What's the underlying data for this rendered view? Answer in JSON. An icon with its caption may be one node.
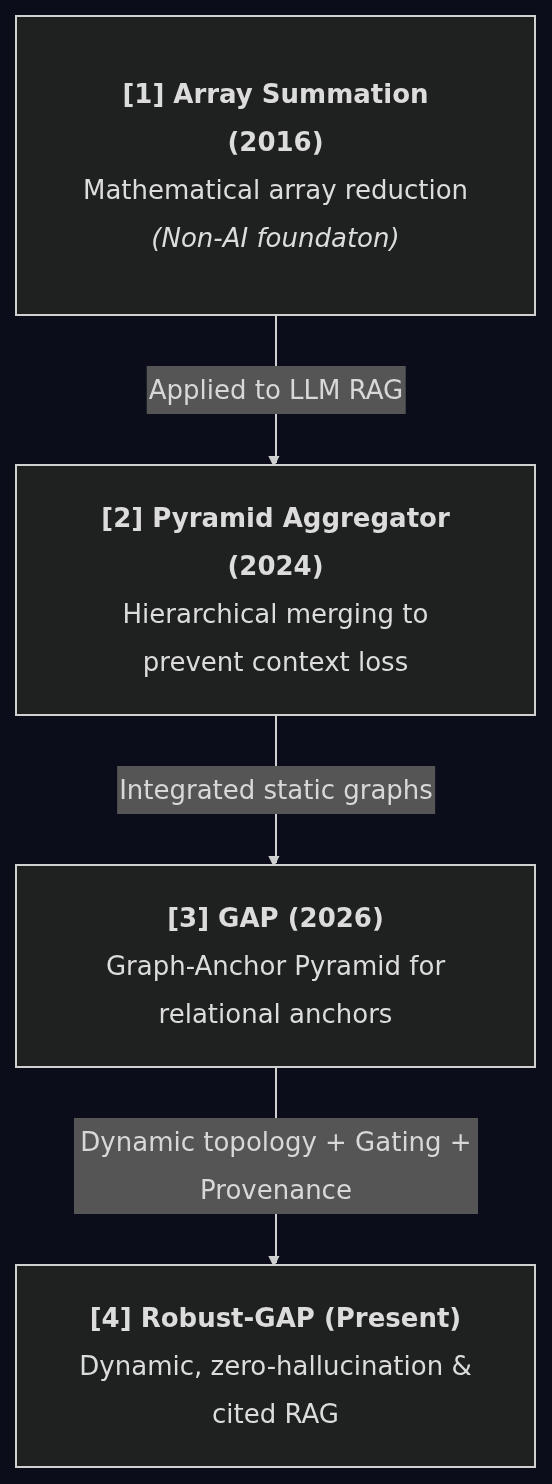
{
  "diagram": {
    "nodes": [
      {
        "text": [
          "[1] Array Summation (2016)",
          "Mathematical array reduction",
          "*(Non-AI foundaton)*"
        ]
      },
      {
        "text": [
          "[2] Pyramid Aggregator (2024)",
          "Hierarchical merging to prevent context loss"
        ]
      },
      {
        "text": [
          "[3] GAP (2026)",
          "Graph-Anchor Pyramid for relational anchors"
        ]
      },
      {
        "text": [
          "[4] Robust-GAP (Present)",
          "Dynamic, zero-hallucination & cited RAG"
        ]
      }
    ],
    "edges": [
      {
        "from": 0,
        "to": 1,
        "arrow": "to",
        "label": "Applied to LLM RAG"
      },
      {
        "from": 1,
        "to": 2,
        "arrow": "to",
        "label": "Integrated static graphs"
      },
      {
        "from": 2,
        "to": 3,
        "arrow": "to",
        "label": "Dynamic topology + Gating + Provenance"
      }
    ]
  }
}
